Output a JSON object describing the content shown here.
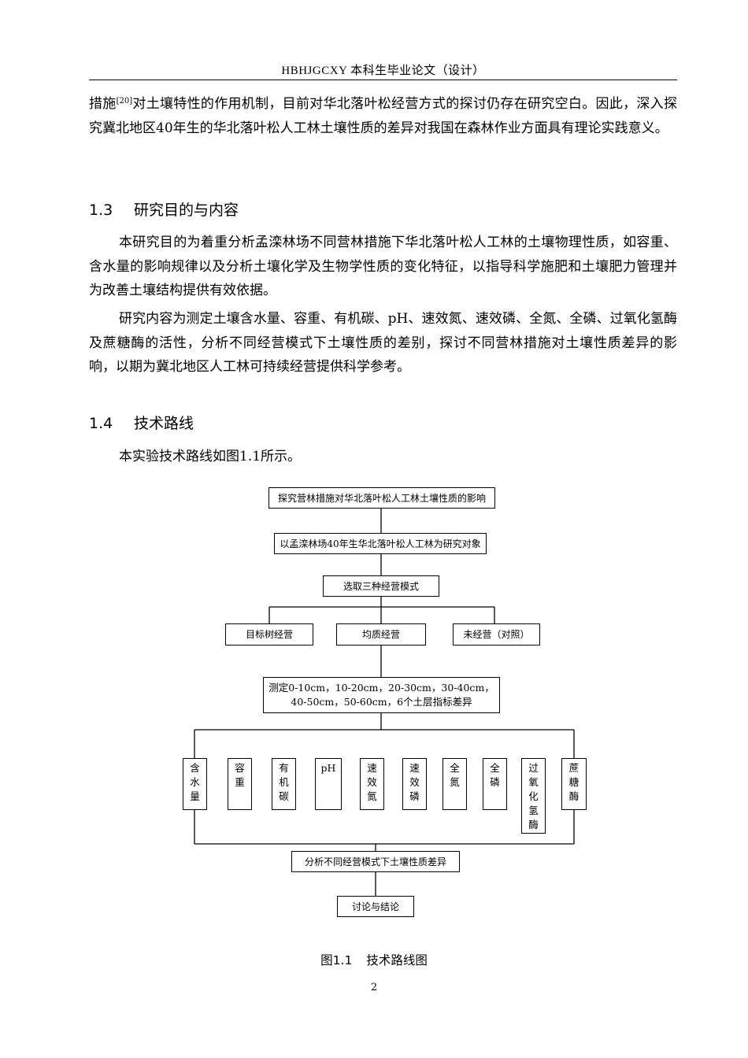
{
  "header": {
    "title": "HBHJGCXY 本科生毕业论文（设计）"
  },
  "intro_paragraph": {
    "before_ref": "措施",
    "ref": "[20]",
    "after_ref": "对土壤特性的作用机制，目前对华北落叶松经营方式的探讨仍存在研究空白。因此，深入探究冀北地区40年生的华北落叶松人工林土壤性质的差异对我国在森林作业方面具有理论实践意义。"
  },
  "section_1_3": {
    "number": "1.3",
    "title": "研究目的与内容",
    "paragraph_1": "本研究目的为着重分析孟滦林场不同营林措施下华北落叶松人工林的土壤物理性质，如容重、含水量的影响规律以及分析土壤化学及生物学性质的变化特征，以指导科学施肥和土壤肥力管理并为改善土壤结构提供有效依据。",
    "paragraph_2": "研究内容为测定土壤含水量、容重、有机碳、pH、速效氮、速效磷、全氮、全磷、过氧化氢酶及蔗糖酶的活性，分析不同经营模式下土壤性质的差别，探讨不同营林措施对土壤性质差异的影响，以期为冀北地区人工林可持续经营提供科学参考。"
  },
  "section_1_4": {
    "number": "1.4",
    "title": "技术路线",
    "paragraph_1": "本实验技术路线如图1.1所示。"
  },
  "flowchart": {
    "step1": "探究营林措施对华北落叶松人工林土壤性质的影响",
    "step2": "以孟滦林场40年生华北落叶松人工林为研究对象",
    "step3": "选取三种经营模式",
    "modes": [
      "目标树经营",
      "均质经营",
      "未经营（对照）"
    ],
    "measure_line1": "测定0-10cm，10-20cm，20-30cm，30-40cm，",
    "measure_line2": "40-50cm，50-60cm，6个土层指标差异",
    "indicators": [
      "含水量",
      "容重",
      "有机碳",
      "pH",
      "速效氮",
      "速效磷",
      "全氮",
      "全磷",
      "过氧化氢酶",
      "蔗糖酶"
    ],
    "step5": "分析不同经营模式下土壤性质差异",
    "step6": "讨论与结论"
  },
  "figure_caption": {
    "number": "图1.1",
    "title": "技术路线图"
  },
  "page_number": "2"
}
